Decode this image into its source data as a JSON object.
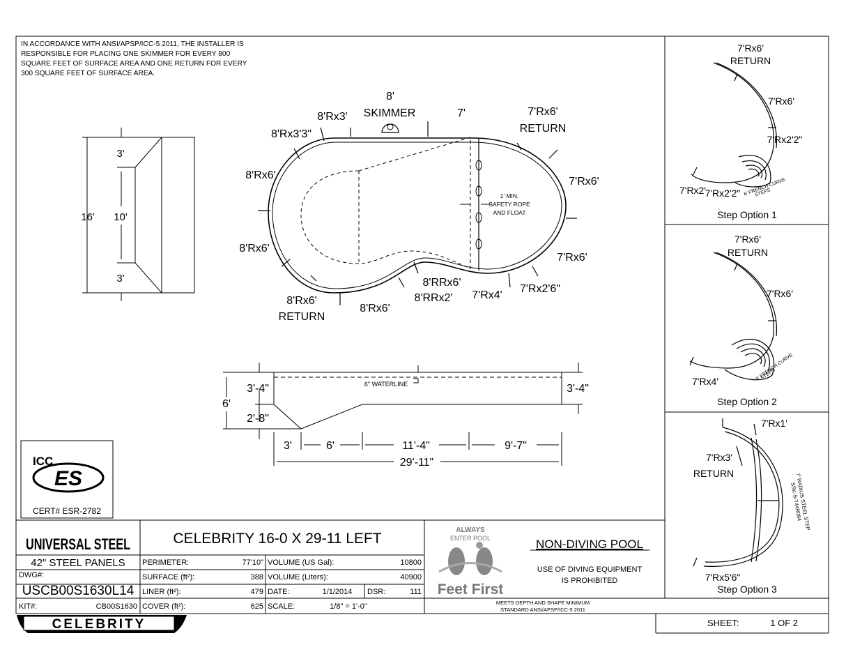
{
  "note": "IN ACCORDANCE WITH ANSI/APSP/ICC-5 2011, THE INSTALLER IS RESPONSIBLE FOR PLACING ONE SKIMMER FOR EVERY 800 SQUARE FEET OF SURFACE AREA AND ONE RETURN FOR EVERY 300 SQUARE FEET OF SURFACE AREA.",
  "side_view": {
    "overall": "16'",
    "top": "3'",
    "mid": "10'",
    "bottom": "3'"
  },
  "plan": {
    "skimmer_top": "8'",
    "skimmer": "SKIMMER",
    "top_7": "7'",
    "rx3": "8'Rx3'",
    "rx33": "8'Rx3'3\"",
    "rx6_left_top": "8'Rx6'",
    "rx6_left_bot": "8'Rx6'",
    "return_right_1": "7'Rx6'",
    "return_right_2": "RETURN",
    "right_rx6_top": "7'Rx6'",
    "right_rx6_bot": "7'Rx6'",
    "return_left_1": "8'Rx6'",
    "return_left_2": "RETURN",
    "bottom_rx6": "8'Rx6'",
    "rrx6": "8'RRx6'",
    "rrx2": "8'RRx2'",
    "rx4": "7'Rx4'",
    "rx26": "7'Rx2'6\"",
    "rope_1": "1' MIN.",
    "rope_2": "SAFETY ROPE",
    "rope_3": "AND FLOAT"
  },
  "section": {
    "left_34": "3'-4\"",
    "depth": "6'",
    "left_28": "2'-8\"",
    "right_34": "3'-4\"",
    "waterline": "6\" WATERLINE",
    "d1": "3'",
    "d2": "6'",
    "d3": "11'-4\"",
    "d4": "9'-7\"",
    "total": "29'-11\""
  },
  "steps": {
    "o1": {
      "l1": "7'Rx6'",
      "l2": "RETURN",
      "l3": "7'Rx6'",
      "l4": "7'Rx2'2\"",
      "l5": "7'Rx2'",
      "l6": "7'Rx2'2\"",
      "curve": "6' FRENCH CURVE",
      "curve2": "STEPS",
      "title": "Step Option 1"
    },
    "o2": {
      "l1": "7'Rx6'",
      "l2": "RETURN",
      "l3": "7'Rx6'",
      "l4": "7'Rx4'",
      "curve": "8' FRENCH CURVE",
      "curve2": "STEPS",
      "title": "Step Option 2"
    },
    "o3": {
      "l1": "7'Rx1'",
      "l2": "7'Rx3'",
      "l3": "RETURN",
      "l4": "7'Rx5'6\"",
      "curve": "7' RADIUS STEEL STEP",
      "curve2": "SSK-S-T44R084",
      "title": "Step Option 3"
    }
  },
  "cert": {
    "icc": "ICC",
    "es": "ES",
    "cert": "CERT# ESR-2782"
  },
  "title_block": {
    "brand": "UNIVERSAL STEEL",
    "panels": "42\"  STEEL PANELS",
    "dwg_label": "DWG#:",
    "dwg": "USCB00S1630L14",
    "kit_label": "KIT#:",
    "kit": "CB00S1630",
    "model": "CELEBRITY 16-0 X 29-11 LEFT",
    "perimeter_label": "PERIMETER:",
    "perimeter": "77'10\"",
    "surface_label": "SURFACE (ft²):",
    "surface": "388",
    "liner_label": "LINER (ft²):",
    "liner": "479",
    "cover_label": "COVER (ft²):",
    "cover": "625",
    "vol_us_label": "VOLUME (US Gal):",
    "vol_us": "10800",
    "vol_l_label": "VOLUME (Liters):",
    "vol_l": "40900",
    "date_label": "DATE:",
    "date": "1/1/2014",
    "dsr_label": "DSR:",
    "dsr": "111",
    "scale_label": "SCALE:",
    "scale": "1/8\" = 1'-0\"",
    "always": "ALWAYS",
    "enter": "ENTER POOL",
    "feet_first": "Feet First",
    "non_diving": "NON-DIVING POOL",
    "use_1": "USE OF DIVING EQUIPMENT",
    "use_2": "IS PROHIBITED",
    "meets_1": "MEETS DEPTH AND SHAPE MINIMUM",
    "meets_2": "STANDARD ANSI/APSP/ICC-5 2011",
    "logo": "CELEBRITY",
    "sheet_label": "SHEET:",
    "sheet": "1 OF 2"
  }
}
